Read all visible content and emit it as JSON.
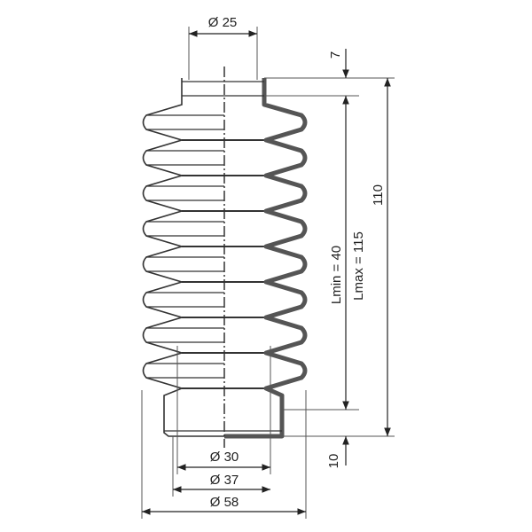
{
  "dimensions": {
    "top_diameter": "Ø 25",
    "collar_height_top": "7",
    "overall_height": "110",
    "lmin": "Lmin = 40",
    "lmax": "Lmax = 115",
    "collar_height_bottom": "10",
    "inner_diameter_bottom": "Ø 30",
    "outer_collar_diameter": "Ø 37",
    "max_diameter": "Ø 58"
  },
  "colors": {
    "line": "#333333",
    "wall": "#555555"
  },
  "folds": 8
}
